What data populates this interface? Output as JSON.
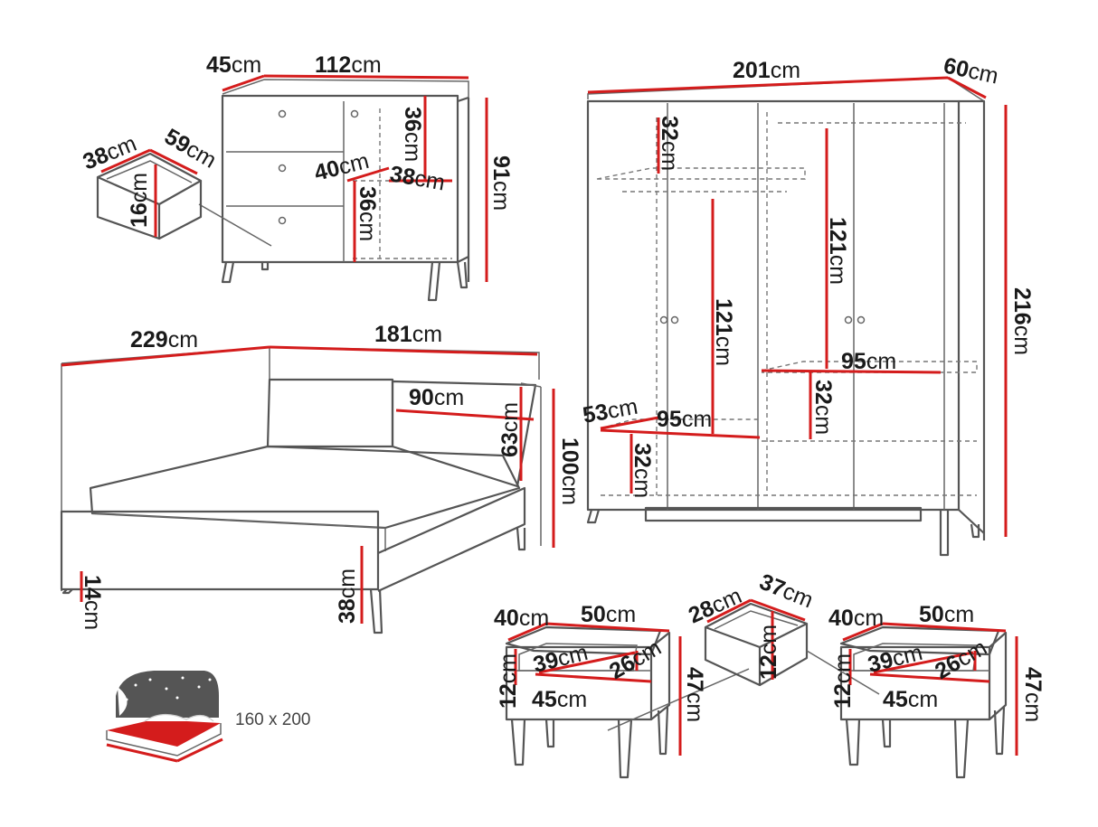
{
  "colors": {
    "dimension_line": "#d41c1c",
    "outline": "#555555",
    "text": "#1a1a1a"
  },
  "dresser": {
    "depth": {
      "num": "45",
      "unit": "cm"
    },
    "width": {
      "num": "112",
      "unit": "cm"
    },
    "height": {
      "num": "91",
      "unit": "cm"
    },
    "shelf_height_top": {
      "num": "36",
      "unit": "cm"
    },
    "shelf_height_bottom": {
      "num": "36",
      "unit": "cm"
    },
    "shelf_depth": {
      "num": "40",
      "unit": "cm"
    },
    "shelf_width": {
      "num": "38",
      "unit": "cm"
    }
  },
  "dresser_drawer": {
    "width": {
      "num": "38",
      "unit": "cm"
    },
    "depth": {
      "num": "59",
      "unit": "cm"
    },
    "height": {
      "num": "16",
      "unit": "cm"
    }
  },
  "wardrobe": {
    "width": {
      "num": "201",
      "unit": "cm"
    },
    "depth": {
      "num": "60",
      "unit": "cm"
    },
    "height": {
      "num": "216",
      "unit": "cm"
    },
    "top_shelf_gap": {
      "num": "32",
      "unit": "cm"
    },
    "hanging_left": {
      "num": "121",
      "unit": "cm"
    },
    "hanging_right": {
      "num": "121",
      "unit": "cm"
    },
    "shelf_width_right": {
      "num": "95",
      "unit": "cm"
    },
    "shelf_gap_right": {
      "num": "32",
      "unit": "cm"
    },
    "inner_depth": {
      "num": "53",
      "unit": "cm"
    },
    "shelf_width_left": {
      "num": "95",
      "unit": "cm"
    },
    "shelf_gap_left": {
      "num": "32",
      "unit": "cm"
    }
  },
  "bed": {
    "length": {
      "num": "229",
      "unit": "cm"
    },
    "width": {
      "num": "181",
      "unit": "cm"
    },
    "headboard_panel_width": {
      "num": "90",
      "unit": "cm"
    },
    "headboard_panel_height": {
      "num": "63",
      "unit": "cm"
    },
    "headboard_height": {
      "num": "100",
      "unit": "cm"
    },
    "frame_height": {
      "num": "38",
      "unit": "cm"
    },
    "leg_clearance": {
      "num": "14",
      "unit": "cm"
    },
    "mattress_size": "160 x 200"
  },
  "nightstand_left": {
    "depth": {
      "num": "40",
      "unit": "cm"
    },
    "width": {
      "num": "50",
      "unit": "cm"
    },
    "drawer_height": {
      "num": "12",
      "unit": "cm"
    },
    "drawer_depth": {
      "num": "39",
      "unit": "cm"
    },
    "drawer_inner": {
      "num": "26",
      "unit": "cm"
    },
    "drawer_width": {
      "num": "45",
      "unit": "cm"
    },
    "height": {
      "num": "47",
      "unit": "cm"
    }
  },
  "nightstand_drawer": {
    "width": {
      "num": "28",
      "unit": "cm"
    },
    "depth": {
      "num": "37",
      "unit": "cm"
    },
    "height": {
      "num": "12",
      "unit": "cm"
    }
  },
  "nightstand_right": {
    "depth": {
      "num": "40",
      "unit": "cm"
    },
    "width": {
      "num": "50",
      "unit": "cm"
    },
    "drawer_height": {
      "num": "12",
      "unit": "cm"
    },
    "drawer_depth": {
      "num": "39",
      "unit": "cm"
    },
    "drawer_inner": {
      "num": "26",
      "unit": "cm"
    },
    "drawer_width": {
      "num": "45",
      "unit": "cm"
    },
    "height": {
      "num": "47",
      "unit": "cm"
    }
  }
}
